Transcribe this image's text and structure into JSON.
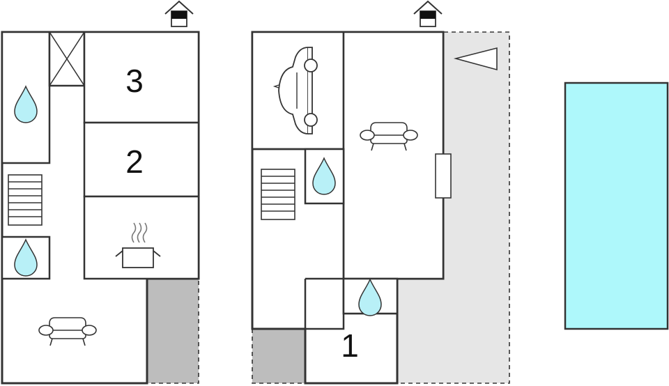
{
  "colors": {
    "wall": "#333333",
    "outline_light": "#888888",
    "terrace_light": "#e6e6e6",
    "terrace_dark": "#bdbdbd",
    "pool": "#aef8fb",
    "water_drop": "#b8f0f7",
    "background": "#ffffff"
  },
  "rooms": [
    {
      "id": "bedroom-3",
      "label": "3"
    },
    {
      "id": "bedroom-2",
      "label": "2"
    },
    {
      "id": "bedroom-1",
      "label": "1"
    }
  ],
  "icons": {
    "entrance": "house-entrance-icon",
    "bathroom": "water-drop-icon",
    "kitchen": "cooking-pot-icon",
    "living": "sofa-icon",
    "garage": "car-icon",
    "stairs": "stairs-icon",
    "fireplace": "fireplace-icon",
    "shelter": "tent-icon"
  },
  "pool": {
    "label": ""
  }
}
